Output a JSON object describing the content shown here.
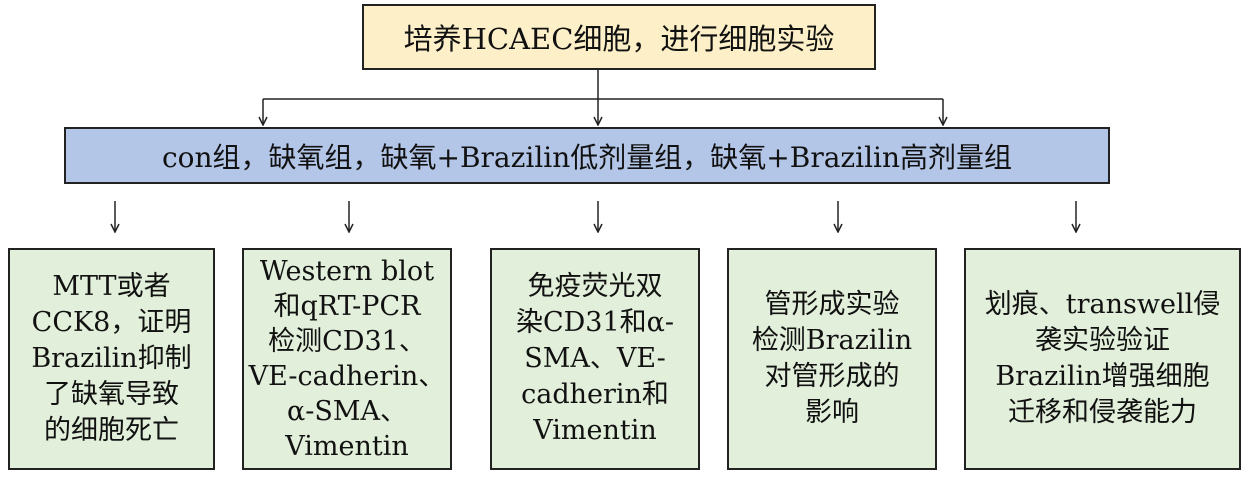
{
  "top": {
    "label": "培养HCAEC细胞，进行细胞实验"
  },
  "groups": {
    "label": "con组，缺氧组，缺氧+Brazilin低剂量组，缺氧+Brazilin高剂量组"
  },
  "methods": [
    {
      "lines": [
        "MTT或者",
        "CCK8，证明",
        "Brazilin抑制",
        "了缺氧导致",
        "的细胞死亡"
      ]
    },
    {
      "lines": [
        "Western blot",
        "和qRT-PCR",
        "检测CD31、",
        "VE-cadherin、",
        "α-SMA、",
        "Vimentin"
      ]
    },
    {
      "lines": [
        "免疫荧光双",
        "染CD31和α-",
        "SMA、VE-",
        "cadherin和",
        "Vimentin"
      ]
    },
    {
      "lines": [
        "管形成实验",
        "检测Brazilin",
        "对管形成的",
        "影响"
      ]
    },
    {
      "lines": [
        "划痕、transwell侵",
        "袭实验验证",
        "Brazilin增强细胞",
        "迁移和侵袭能力"
      ]
    }
  ],
  "colors": {
    "top_fill": "#fdf0c8",
    "group_fill": "#b4c6e7",
    "method_fill": "#e2efda",
    "line": "#222222"
  }
}
